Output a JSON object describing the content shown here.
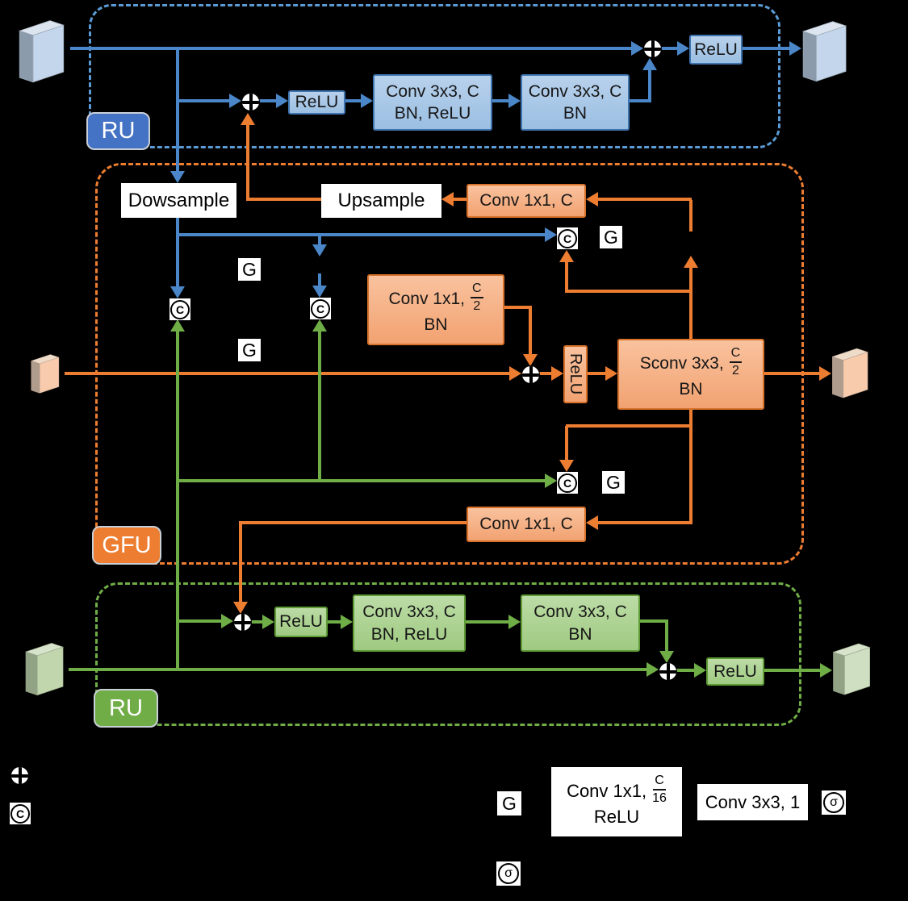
{
  "colors": {
    "blue": "#4A86C8",
    "orange": "#ED7D31",
    "green": "#6FAD47"
  },
  "symbols": {
    "concat": "C",
    "gate": "G",
    "sigma": "σ"
  },
  "ru_top": {
    "tag": "RU",
    "relu_in": "ReLU",
    "conv1_l1": "Conv 3x3, C",
    "conv1_l2": "BN, ReLU",
    "conv2_l1": "Conv 3x3, C",
    "conv2_l2": "BN",
    "relu_out": "ReLU"
  },
  "gfu": {
    "tag": "GFU",
    "downsample": "Dowsample",
    "upsample": "Upsample",
    "conv_top": "Conv 1x1, C",
    "conv_mid_pre": "Conv 1x1,",
    "conv_mid_num": "C",
    "conv_mid_den": "2",
    "conv_mid_l2": "BN",
    "relu_mid": "ReLU",
    "sconv_pre": "Sconv 3x3,",
    "sconv_num": "C",
    "sconv_den": "2",
    "sconv_l2": "BN",
    "conv_bottom": "Conv 1x1, C"
  },
  "ru_bottom": {
    "tag": "RU",
    "relu_in": "ReLU",
    "conv1_l1": "Conv 3x3, C",
    "conv1_l2": "BN, ReLU",
    "conv2_l1": "Conv 3x3, C",
    "conv2_l2": "BN",
    "relu_out": "ReLU"
  },
  "legend": {
    "conv_g_pre": "Conv 1x1,",
    "conv_g_num": "C",
    "conv_g_den": "16",
    "conv_g_l2": "ReLU",
    "conv_3x3": "Conv 3x3, 1"
  }
}
